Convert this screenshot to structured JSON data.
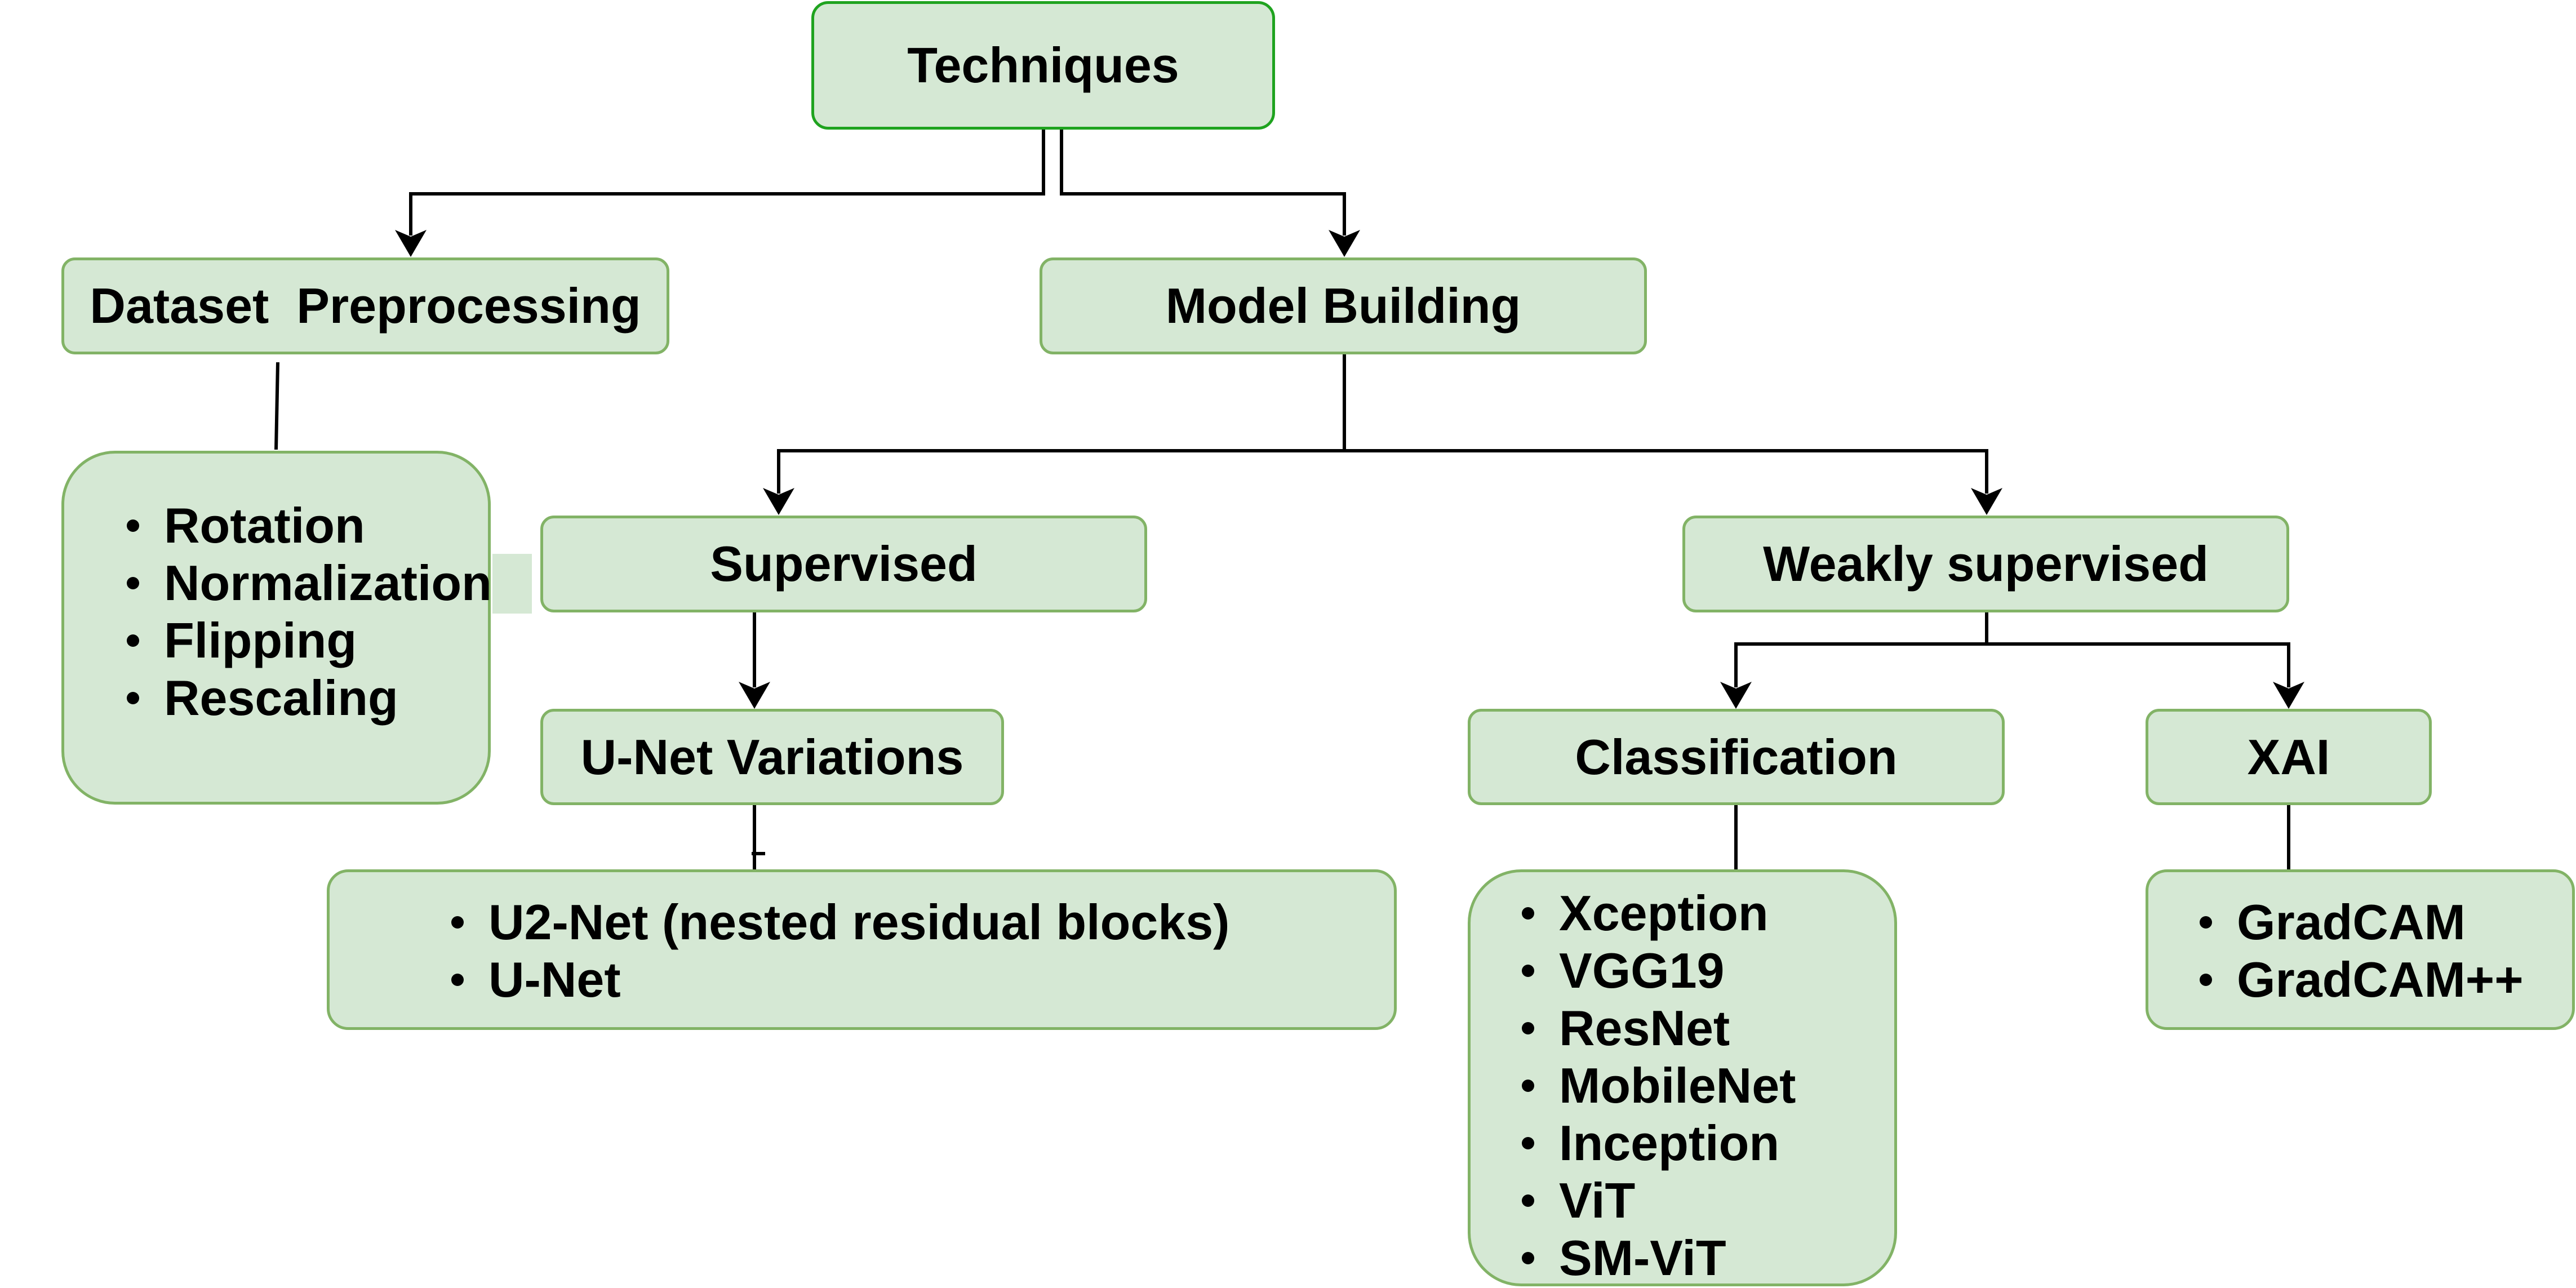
{
  "colors": {
    "fill": "#d5e8d4",
    "stroke": "#82b366",
    "root_stroke": "#1fa31f",
    "edge": "#000000"
  },
  "nodes": {
    "techniques": "Techniques",
    "dataset_preprocessing": "Dataset  Preprocessing",
    "model_building": "Model Building",
    "supervised": "Supervised",
    "weakly_supervised": "Weakly supervised",
    "unet_variations": "U-Net Variations",
    "classification": "Classification",
    "xai": "XAI"
  },
  "lists": {
    "preprocessing": [
      "Rotation",
      "Normalization",
      "Flipping",
      "Rescaling"
    ],
    "unet": [
      "U2-Net (nested residual blocks)",
      "U-Net"
    ],
    "classification": [
      "Xception",
      "VGG19",
      "ResNet",
      "MobileNet",
      "Inception",
      "ViT",
      "SM-ViT"
    ],
    "xai": [
      "GradCAM",
      "GradCAM++"
    ]
  }
}
